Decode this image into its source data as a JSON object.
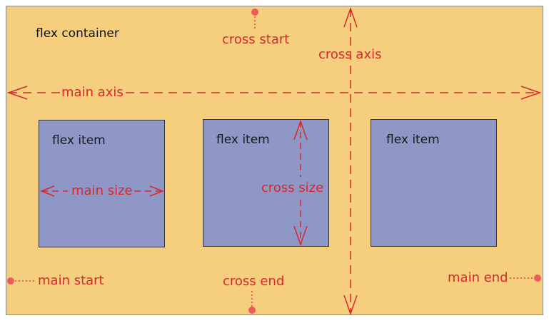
{
  "labels": {
    "flex_container": "flex container",
    "flex_item": "flex item",
    "main_axis": "main axis",
    "cross_axis": "cross axis",
    "cross_start": "cross start",
    "cross_end": "cross end",
    "main_start": "main start",
    "main_end": "main end",
    "main_size": "main size",
    "cross_size": "cross size"
  },
  "colors": {
    "container_bg": "#F5CE7E",
    "item_bg": "#8E97C6",
    "annotation": "#D8282E",
    "marker_dot": "#F0595B"
  }
}
